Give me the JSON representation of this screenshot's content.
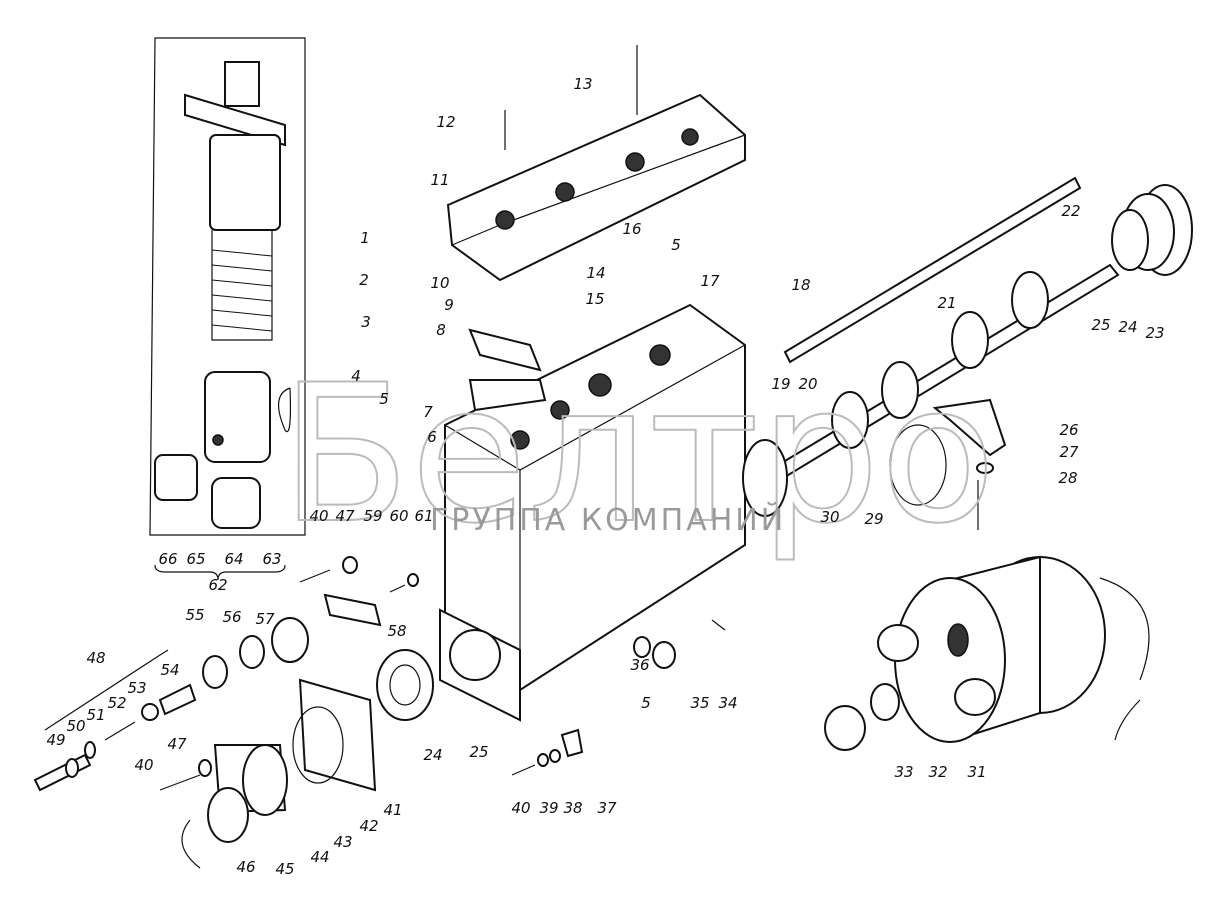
{
  "watermark": {
    "logo_text": "Белтро",
    "subtitle": "ГРУППА КОМПАНИЙ"
  },
  "labels": [
    "1",
    "2",
    "3",
    "4",
    "5",
    "6",
    "7",
    "8",
    "9",
    "10",
    "11",
    "12",
    "13",
    "14",
    "15",
    "16",
    "5",
    "17",
    "18",
    "19",
    "20",
    "21",
    "22",
    "23",
    "24",
    "25",
    "26",
    "27",
    "28",
    "29",
    "30",
    "31",
    "32",
    "33",
    "34",
    "35",
    "36",
    "5",
    "37",
    "38",
    "39",
    "40",
    "24",
    "25",
    "40",
    "47",
    "59",
    "60",
    "61",
    "57",
    "58",
    "56",
    "55",
    "54",
    "53",
    "52",
    "51",
    "50",
    "49",
    "48",
    "47",
    "40",
    "46",
    "45",
    "44",
    "43",
    "42",
    "41",
    "66",
    "65",
    "64",
    "63",
    "62"
  ]
}
